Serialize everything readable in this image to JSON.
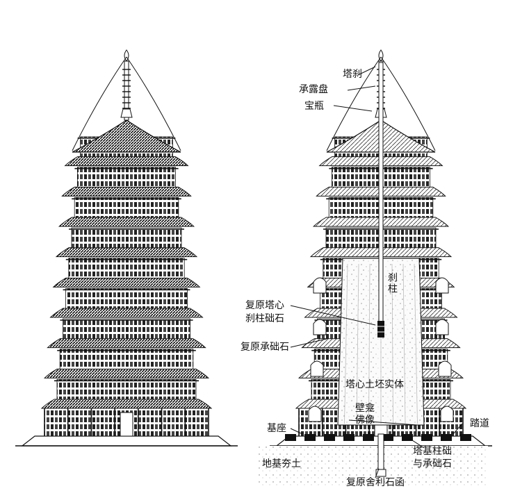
{
  "labels": {
    "ta_cha": "塔刹",
    "cheng_lu_pan": "承露盘",
    "bao_ping": "宝瓶",
    "cha_zhu": "刹柱",
    "fuyuan_taxin_1": "复原塔心",
    "fuyuan_taxin_2": "刹柱础石",
    "fuyuan_chengchu": "复原承础石",
    "taxin_tupei": "塔心土坯实体",
    "bikan_1": "壁龛",
    "bikan_2": "佛像",
    "jizuo": "基座",
    "tadao": "踏道",
    "taji_1": "塔基柱础",
    "taji_2": "与承础石",
    "diji": "地基夯土",
    "fuyuan_sheli": "复原舍利石函"
  },
  "colors": {
    "ink": "#1a1a1a",
    "paper": "#ffffff",
    "core_fill": "#f3f3f3"
  }
}
